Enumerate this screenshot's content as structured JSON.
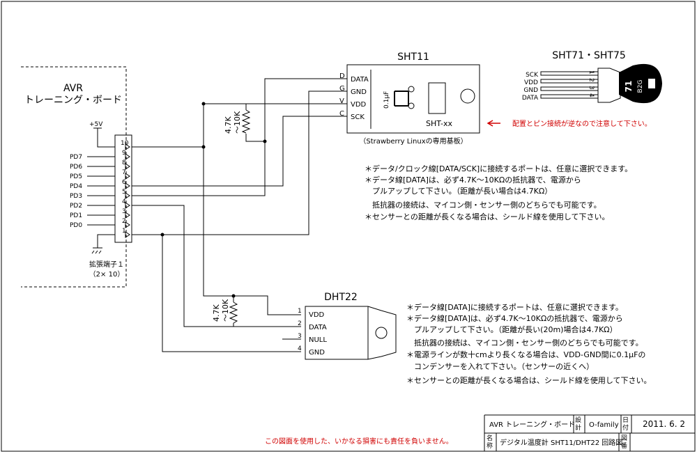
{
  "avr_board": {
    "line1": "AVR",
    "line2": "トレーニング・ボード"
  },
  "power_label": "+5V",
  "connector": {
    "pin_numbers": [
      "10",
      "9",
      "8",
      "7",
      "6",
      "5",
      "4",
      "3",
      "2",
      "1"
    ],
    "port_labels": [
      "PD7",
      "PD6",
      "PD5",
      "PD4",
      "PD3",
      "PD2",
      "PD1",
      "PD0"
    ],
    "name": "拡張端子１",
    "size": "（2× 10）"
  },
  "sht11": {
    "title": "SHT11",
    "pins": [
      {
        "letter": "D",
        "name": "DATA"
      },
      {
        "letter": "G",
        "name": "GND"
      },
      {
        "letter": "V",
        "name": "VDD"
      },
      {
        "letter": "C",
        "name": "SCK"
      }
    ],
    "cap_label": "0.1μF",
    "chip_label": "SHT-xx",
    "board_caption": "（Strawberry Linuxの専用基板）"
  },
  "sht71": {
    "title": "SHT71・SHT75",
    "pins": [
      "SCK",
      "VDD",
      "GND",
      "DATA"
    ],
    "pin_numbers": [
      "1",
      "2",
      "3",
      "4"
    ],
    "body_text": [
      "B2G",
      "71"
    ]
  },
  "warning": "配置とピン接続が逆なので注意して下さい。",
  "resistor_label": [
    "4.7K",
    "～10K"
  ],
  "dht22": {
    "title": "DHT22",
    "pins": [
      {
        "num": "1",
        "name": "VDD"
      },
      {
        "num": "2",
        "name": "DATA"
      },
      {
        "num": "3",
        "name": "NULL"
      },
      {
        "num": "4",
        "name": "GND"
      }
    ]
  },
  "notes_sht": [
    "＊データ/クロック線[DATA/SCK]に接続するポートは、任意に選択できます。",
    "＊データ線[DATA]は、必ず4.7K～10KΩの抵抗器で、電源から",
    "　プルアップして下さい。（距離が長い場合は4.7KΩ）",
    "　抵抗器の接続は、マイコン側・センサー側のどちらでも可能です。",
    "＊センサーとの距離が長くなる場合は、シールド線を使用して下さい。"
  ],
  "notes_dht": [
    "＊データ線[DATA]に接続するポートは、任意に選択できます。",
    "＊データ線[DATA]は、必ず4.7K～10KΩの抵抗器で、電源から",
    "　プルアップして下さい。（距離が長い(20m)場合は4.7KΩ）",
    "　抵抗器の接続は、マイコン側・センサー側のどちらでも可能です。",
    "＊電源ラインが数十cmより長くなる場合は、VDD-GND間に0.1μFの",
    "　コンデンサーを入れて下さい。（センサーの近くへ）",
    "＊センサーとの距離が長くなる場合は、シールド線を使用して下さい。"
  ],
  "title_block": {
    "board": "AVR トレーニング・ボード",
    "design_label": [
      "設",
      "計"
    ],
    "designer": "O-family",
    "date_label": [
      "日",
      "付"
    ],
    "date": "2011. 6. 2",
    "name_label": [
      "名",
      "称"
    ],
    "drawing_name": "デジタル温度計 SHT11/DHT22 回路図",
    "number_label": [
      "図",
      "番"
    ]
  },
  "disclaimer": "この図面を使用した、いかなる損害にも責任を負いません。"
}
